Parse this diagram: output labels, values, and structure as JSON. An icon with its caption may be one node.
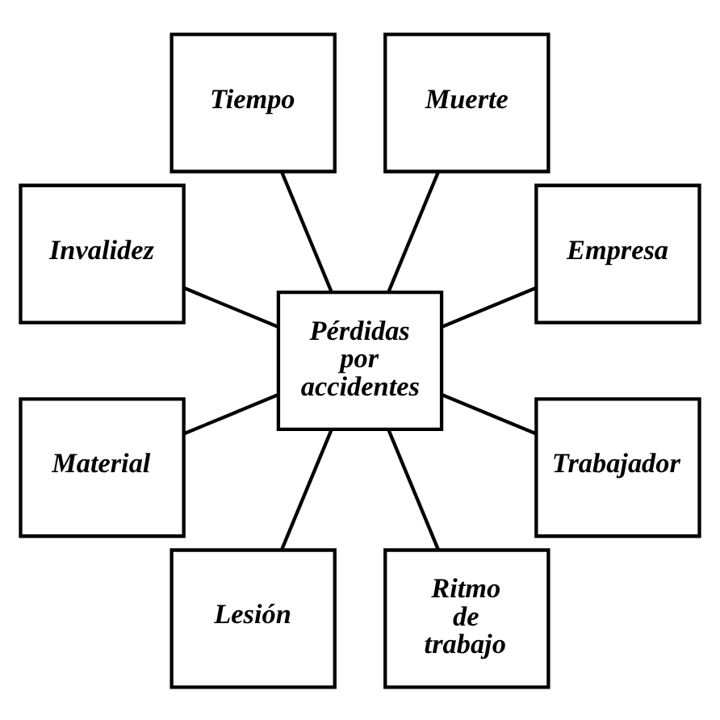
{
  "diagram": {
    "nodes": [
      {
        "text": [
          "Empresa"
        ]
      },
      {
        "text": [
          "Muerte"
        ]
      },
      {
        "text": [
          "Tiempo"
        ]
      },
      {
        "text": [
          "Invalidez"
        ]
      },
      {
        "text": [
          "Pérdidas por accidentes"
        ]
      },
      {
        "text": [
          "Material"
        ]
      },
      {
        "text": [
          "Lesión"
        ]
      },
      {
        "text": [
          "Ritmo de trabajo"
        ]
      },
      {
        "text": [
          "Trabajador"
        ]
      }
    ],
    "edges": [
      {
        "from": 4,
        "to": 0,
        "arrow": "none"
      },
      {
        "from": 4,
        "to": 2,
        "arrow": "none"
      },
      {
        "from": 4,
        "to": 5,
        "arrow": "none"
      },
      {
        "from": 4,
        "to": 7,
        "arrow": "none"
      },
      {
        "from": 4,
        "to": 8,
        "arrow": "none"
      },
      {
        "from": 4,
        "to": 6,
        "arrow": "none"
      },
      {
        "from": 4,
        "to": 3,
        "arrow": "none"
      },
      {
        "from": 4,
        "to": 1,
        "arrow": "none"
      }
    ]
  }
}
